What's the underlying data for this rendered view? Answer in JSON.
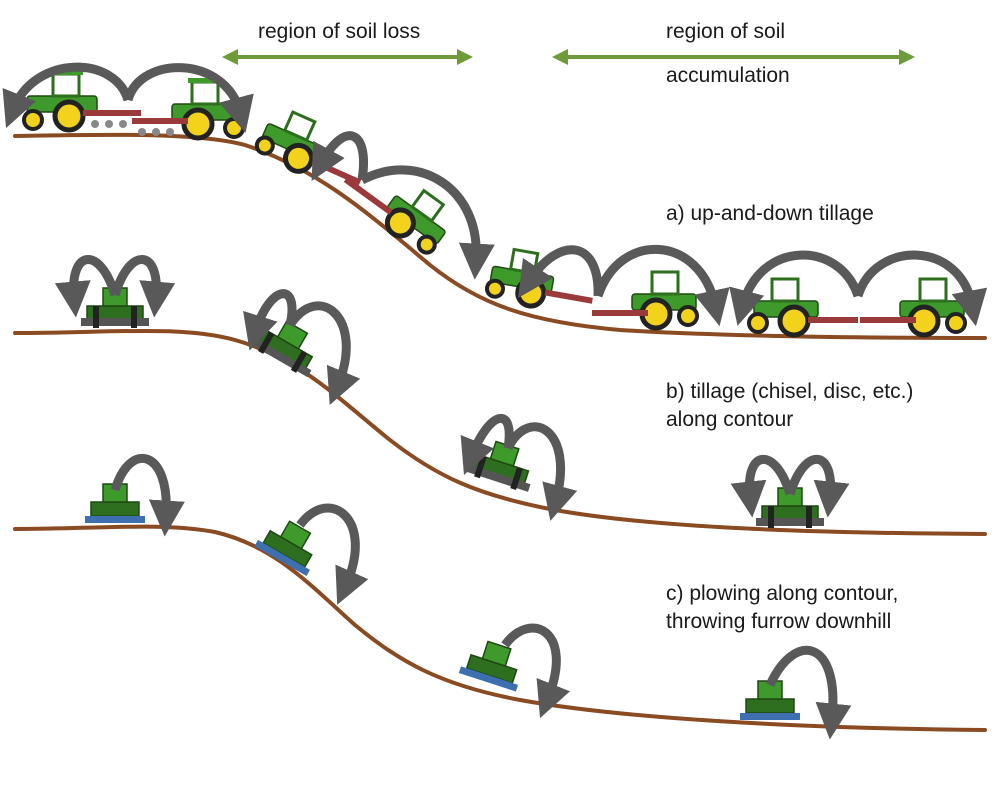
{
  "region_labels": {
    "loss": "region of soil loss",
    "accumulation_line1": "region of soil",
    "accumulation_line2": "accumulation"
  },
  "panels": {
    "a": {
      "label": "a) up-and-down tillage"
    },
    "b": {
      "label_line1": "b) tillage (chisel, disc, etc.)",
      "label_line2": "along contour"
    },
    "c": {
      "label_line1": "c) plowing along contour,",
      "label_line2": "throwing furrow downhill"
    }
  },
  "colors": {
    "ground": "#8a4a22",
    "tractor_green": "#3f9a2c",
    "tractor_dark": "#2d6f1e",
    "wheel_yellow": "#f2d21a",
    "arrow_gray": "#595959",
    "region_arrow_green": "#6f9a3a",
    "implement_red": "#9b3a3a",
    "plow_blue": "#3e6fb0"
  }
}
